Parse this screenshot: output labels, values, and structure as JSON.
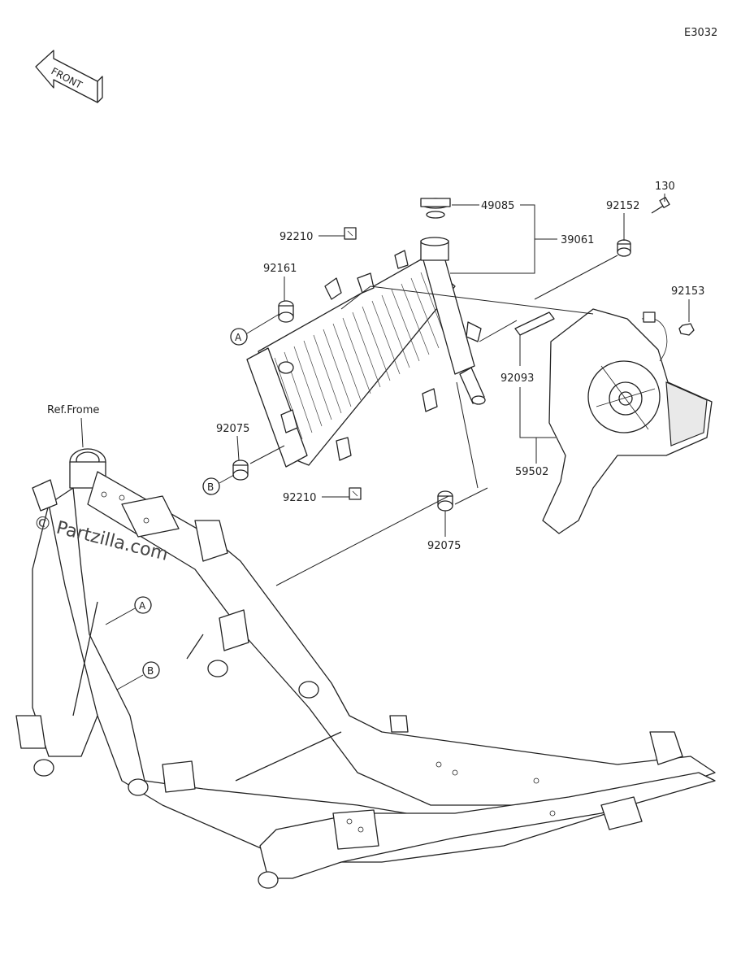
{
  "diagram": {
    "code": "E3032",
    "direction_label": "FRONT",
    "ref_label": "Ref.Frome",
    "watermark": "© Partzilla.com",
    "callouts": {
      "p130": "130",
      "p92152": "92152",
      "p49085": "49085",
      "p39061": "39061",
      "p92210a": "92210",
      "p92161": "92161",
      "p92153": "92153",
      "p92093": "92093",
      "p59502": "59502",
      "p92075a": "92075",
      "p92210b": "92210",
      "p92075b": "92075"
    },
    "markers": {
      "a1": "A",
      "b1": "B",
      "a2": "A",
      "b2": "B"
    }
  }
}
